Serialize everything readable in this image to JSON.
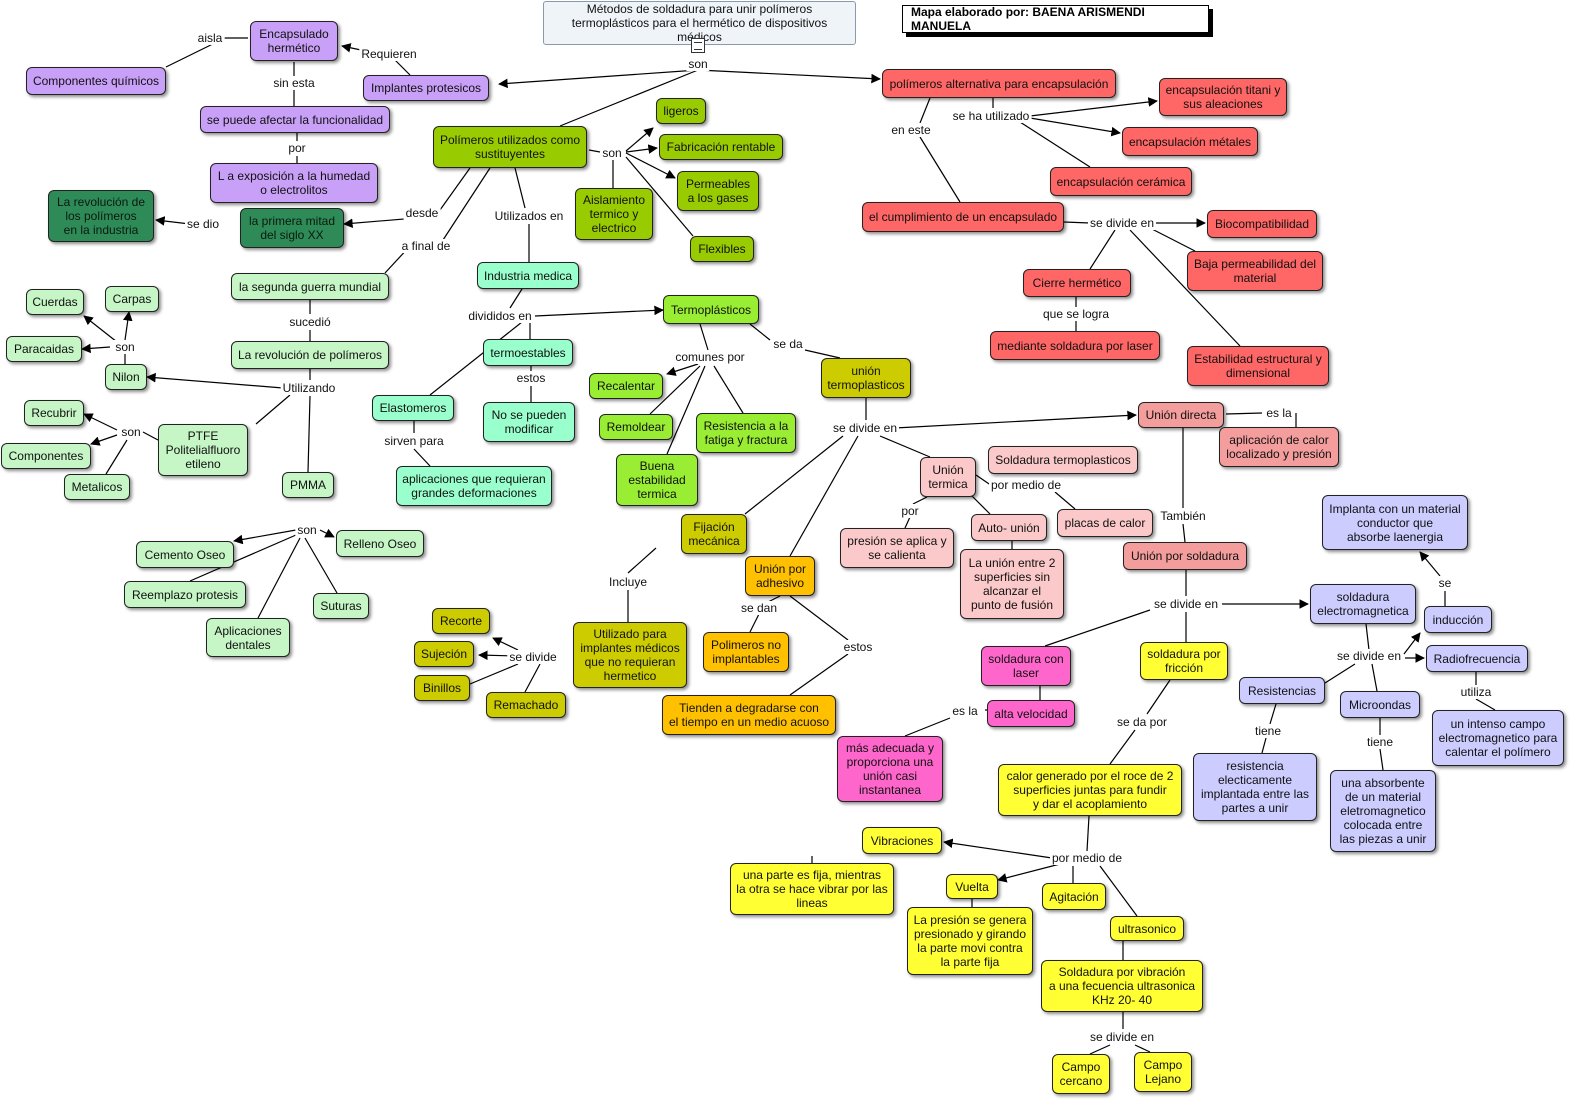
{
  "title": "Métodos de soldadura para unir polímeros\ntermoplásticos para el hermético de dispositivos médicos",
  "author": "Mapa elaborado por: BAENA ARISMENDI MANUELA",
  "nodes": [
    {
      "id": "encaps",
      "text": "Encapsulado\nhermético",
      "color": "#c9a0f7"
    },
    {
      "id": "compq",
      "text": "Componentes químicos",
      "color": "#c9a0f7"
    },
    {
      "id": "implp",
      "text": "Implantes protesicos",
      "color": "#c9a0f7"
    },
    {
      "id": "afecta",
      "text": "se puede afectar la funcionalidad",
      "color": "#c9a0f7"
    },
    {
      "id": "exposic",
      "text": "L a exposición a la humedad\no electrolitos",
      "color": "#c9a0f7"
    },
    {
      "id": "polsust",
      "text": "Polímeros utilizados como\nsustituyentes",
      "color": "#99cc00"
    },
    {
      "id": "ligeros",
      "text": "ligeros",
      "color": "#99cc00"
    },
    {
      "id": "fabr",
      "text": "Fabricación rentable",
      "color": "#99cc00"
    },
    {
      "id": "perm",
      "text": "Permeables\na los gases",
      "color": "#99cc00"
    },
    {
      "id": "aisl",
      "text": "Aislamiento\ntermico y\nelectrico",
      "color": "#99cc00"
    },
    {
      "id": "flex",
      "text": "Flexibles",
      "color": "#99cc00"
    },
    {
      "id": "revind",
      "text": "La revolución de\nlos polímeros\nen la industria",
      "color": "#2e8b57"
    },
    {
      "id": "primera",
      "text": "la primera mitad\ndel siglo XX",
      "color": "#2e8b57"
    },
    {
      "id": "segunda",
      "text": "la segunda guerra mundial",
      "color": "#c6f5c6"
    },
    {
      "id": "revpol",
      "text": "La revolución de polímeros",
      "color": "#c6f5c6"
    },
    {
      "id": "cuerdas",
      "text": "Cuerdas",
      "color": "#c6f5c6"
    },
    {
      "id": "carpas",
      "text": "Carpas",
      "color": "#c6f5c6"
    },
    {
      "id": "paracaidas",
      "text": "Paracaidas",
      "color": "#c6f5c6"
    },
    {
      "id": "nilon",
      "text": "Nilon",
      "color": "#c6f5c6"
    },
    {
      "id": "recubrir",
      "text": "Recubrir",
      "color": "#c6f5c6"
    },
    {
      "id": "componentes",
      "text": "Componentes",
      "color": "#c6f5c6"
    },
    {
      "id": "metalicos",
      "text": "Metalicos",
      "color": "#c6f5c6"
    },
    {
      "id": "ptfe",
      "text": "PTFE\nPolitelialfluoro\netileno",
      "color": "#c6f5c6"
    },
    {
      "id": "pmma",
      "text": "PMMA",
      "color": "#c6f5c6"
    },
    {
      "id": "cemento",
      "text": "Cemento Oseo",
      "color": "#c6f5c6"
    },
    {
      "id": "relleno",
      "text": "Relleno Oseo",
      "color": "#c6f5c6"
    },
    {
      "id": "reemplazo",
      "text": "Reemplazo protesis",
      "color": "#c6f5c6"
    },
    {
      "id": "suturas",
      "text": "Suturas",
      "color": "#c6f5c6"
    },
    {
      "id": "aplicdent",
      "text": "Aplicaciones\ndentales",
      "color": "#c6f5c6"
    },
    {
      "id": "indmed",
      "text": "Industria medica",
      "color": "#99ffcc"
    },
    {
      "id": "termoest",
      "text": "termoestables",
      "color": "#99ffcc"
    },
    {
      "id": "nomod",
      "text": "No se pueden\nmodificar",
      "color": "#99ffcc"
    },
    {
      "id": "elast",
      "text": "Elastomeros",
      "color": "#99ffcc"
    },
    {
      "id": "aplicgr",
      "text": "aplicaciones que requieran\ngrandes deformaciones",
      "color": "#99ffcc"
    },
    {
      "id": "termopl",
      "text": "Termoplásticos",
      "color": "#99ee33"
    },
    {
      "id": "recalentar",
      "text": "Recalentar",
      "color": "#99ee33"
    },
    {
      "id": "remoldear",
      "text": "Remoldear",
      "color": "#99ee33"
    },
    {
      "id": "buena",
      "text": "Buena\nestabilidad\ntermica",
      "color": "#99ee33"
    },
    {
      "id": "resist",
      "text": "Resistencia a la\nfatiga y fractura",
      "color": "#99ee33"
    },
    {
      "id": "uniontp",
      "text": "unión\ntermoplasticos",
      "color": "#cccc00"
    },
    {
      "id": "fijacion",
      "text": "Fijación\nmecánica",
      "color": "#cccc00"
    },
    {
      "id": "utilizimp",
      "text": "Utilizado para\nimplantes médicos\nque no requieran\nhermetico",
      "color": "#cccc00"
    },
    {
      "id": "recorte",
      "text": "Recorte",
      "color": "#cccc00"
    },
    {
      "id": "sujecion",
      "text": "Sujeción",
      "color": "#cccc00"
    },
    {
      "id": "binillos",
      "text": "Binillos",
      "color": "#cccc00"
    },
    {
      "id": "remachado",
      "text": "Remachado",
      "color": "#cccc00"
    },
    {
      "id": "unionadh",
      "text": "Unión por\nadhesivo",
      "color": "#ffc000"
    },
    {
      "id": "polnoimp",
      "text": "Polimeros no\nimplantables",
      "color": "#ffc000"
    },
    {
      "id": "tienden",
      "text": "Tienden a degradarse con\nel tiempo en un medio acuoso",
      "color": "#ffc000"
    },
    {
      "id": "polalt",
      "text": "polímeros alternativa para encapsulación",
      "color": "#ff6666"
    },
    {
      "id": "titani",
      "text": "encapsulación titani y\nsus aleaciones",
      "color": "#ff6666"
    },
    {
      "id": "metales",
      "text": "encapsulación métales",
      "color": "#ff6666"
    },
    {
      "id": "ceramica",
      "text": "encapsulación cerámica",
      "color": "#ff6666"
    },
    {
      "id": "cumpl",
      "text": "el cumplimiento de un encapsulado",
      "color": "#ff6666"
    },
    {
      "id": "biocomp",
      "text": "Biocompatibilidad",
      "color": "#ff6666"
    },
    {
      "id": "bajaperm",
      "text": "Baja permeabilidad del\nmaterial",
      "color": "#ff6666"
    },
    {
      "id": "cierre",
      "text": "Cierre hermético",
      "color": "#ff6666"
    },
    {
      "id": "medlaser",
      "text": "mediante soldadura por laser",
      "color": "#ff6666"
    },
    {
      "id": "estab",
      "text": "Estabilidad estructural y\ndimensional",
      "color": "#ff6666"
    },
    {
      "id": "uniondir",
      "text": "Unión directa",
      "color": "#f49d9d"
    },
    {
      "id": "aplcalor",
      "text": "aplicación de calor\nlocalizado y presión",
      "color": "#f49d9d"
    },
    {
      "id": "uniontermica",
      "text": "Unión\ntermica",
      "color": "#fbc9c9"
    },
    {
      "id": "soldtermo",
      "text": "Soldadura termoplasticos",
      "color": "#fbc9c9"
    },
    {
      "id": "placas",
      "text": "placas de calor",
      "color": "#fbc9c9"
    },
    {
      "id": "presion",
      "text": "presión se aplica y\nse calienta",
      "color": "#fbc9c9"
    },
    {
      "id": "autounion",
      "text": "Auto- unión",
      "color": "#fbc9c9"
    },
    {
      "id": "unionentre",
      "text": "La unión entre 2\nsuperficies sin\nalcanzar el\npunto de fusión",
      "color": "#fbc9c9"
    },
    {
      "id": "unionsold",
      "text": "Unión por soldadura",
      "color": "#f49d9d"
    },
    {
      "id": "soldlaser",
      "text": "soldadura con\nlaser",
      "color": "#ff66cc"
    },
    {
      "id": "altavel",
      "text": "alta velocidad",
      "color": "#ff66cc"
    },
    {
      "id": "masadec",
      "text": "más adecuada y\nproporciona una\nunión casi\ninstantanea",
      "color": "#ff66cc"
    },
    {
      "id": "soldfric",
      "text": "soldadura por\nfricción",
      "color": "#ffff33"
    },
    {
      "id": "calorgen",
      "text": "calor generado por el roce de 2\nsuperficies juntas para fundir\ny dar el acoplamiento",
      "color": "#ffff33"
    },
    {
      "id": "vibr",
      "text": "Vibraciones",
      "color": "#ffff33"
    },
    {
      "id": "unaparte",
      "text": "una parte es fija, mientras\nla otra se hace vibrar por las\nlineas",
      "color": "#ffff33"
    },
    {
      "id": "vuelta",
      "text": "Vuelta",
      "color": "#ffff33"
    },
    {
      "id": "presiongen",
      "text": "La presión se genera\npresionado y girando\nla parte movi contra\nla parte fija",
      "color": "#ffff33"
    },
    {
      "id": "agitacion",
      "text": "Agitación",
      "color": "#ffff33"
    },
    {
      "id": "ultrasonico",
      "text": "ultrasonico",
      "color": "#ffff33"
    },
    {
      "id": "soldvib",
      "text": "Soldadura por vibración\na una fecuencia ultrasonica\nKHz 20- 40",
      "color": "#ffff33"
    },
    {
      "id": "cercano",
      "text": "Campo\ncercano",
      "color": "#ffff33"
    },
    {
      "id": "lejano",
      "text": "Campo\nLejano",
      "color": "#ffff33"
    },
    {
      "id": "soldelec",
      "text": "soldadura\nelectromagnetica",
      "color": "#ccccff"
    },
    {
      "id": "implanta",
      "text": "Implanta con un material\nconductor que\nabsorbe laenergia",
      "color": "#ccccff"
    },
    {
      "id": "induccion",
      "text": "inducción",
      "color": "#ccccff"
    },
    {
      "id": "radiofrec",
      "text": "Radiofrecuencia",
      "color": "#ccccff"
    },
    {
      "id": "intenso",
      "text": "un intenso campo\nelectromagnetico para\ncalentar el polímero",
      "color": "#ccccff"
    },
    {
      "id": "resistencias",
      "text": "Resistencias",
      "color": "#ccccff"
    },
    {
      "id": "resistelec",
      "text": "resistencia\nelecticamente\nimplantada entre las\npartes a unir",
      "color": "#ccccff"
    },
    {
      "id": "microondas",
      "text": "Microondas",
      "color": "#ccccff"
    },
    {
      "id": "absorbente",
      "text": "una absorbente\nde un material\neletromagnetico\ncolocada entre\nlas piezas a unir",
      "color": "#ccccff"
    }
  ],
  "labels": [
    {
      "id": "l_aisla",
      "text": "aisla"
    },
    {
      "id": "l_requieren",
      "text": "Requieren"
    },
    {
      "id": "l_sinesta",
      "text": "sin esta"
    },
    {
      "id": "l_por1",
      "text": "por"
    },
    {
      "id": "l_son_main",
      "text": "son"
    },
    {
      "id": "l_son_pol",
      "text": "son"
    },
    {
      "id": "l_desde",
      "text": "desde"
    },
    {
      "id": "l_sedio",
      "text": "se dio"
    },
    {
      "id": "l_afinal",
      "text": "a final de"
    },
    {
      "id": "l_utilen",
      "text": "Utilizados en"
    },
    {
      "id": "l_sucedio",
      "text": "sucedió"
    },
    {
      "id": "l_utilizando",
      "text": "Utilizando"
    },
    {
      "id": "l_son_nilon",
      "text": "son"
    },
    {
      "id": "l_son_ptfe",
      "text": "son"
    },
    {
      "id": "l_son_pmma",
      "text": "son"
    },
    {
      "id": "l_divid",
      "text": "divididos en"
    },
    {
      "id": "l_estos1",
      "text": "estos"
    },
    {
      "id": "l_sirven",
      "text": "sirven para"
    },
    {
      "id": "l_comunes",
      "text": "comunes por"
    },
    {
      "id": "l_seda",
      "text": "se da"
    },
    {
      "id": "l_sedivide_u",
      "text": "se divide en"
    },
    {
      "id": "l_incluye",
      "text": "Incluye"
    },
    {
      "id": "l_sedivide_f",
      "text": "se divide"
    },
    {
      "id": "l_sedan",
      "text": "se dan"
    },
    {
      "id": "l_estos2",
      "text": "estos"
    },
    {
      "id": "l_eneste",
      "text": "en este"
    },
    {
      "id": "l_seha",
      "text": "se ha utilizado"
    },
    {
      "id": "l_sedivide_c",
      "text": "se divide en"
    },
    {
      "id": "l_quesel",
      "text": "que se logra"
    },
    {
      "id": "l_esla1",
      "text": "es la"
    },
    {
      "id": "l_pormedio1",
      "text": "por medio de"
    },
    {
      "id": "l_por2",
      "text": "por"
    },
    {
      "id": "l_tambien",
      "text": "También"
    },
    {
      "id": "l_sedivide_s",
      "text": "se divide en"
    },
    {
      "id": "l_esla2",
      "text": "es la"
    },
    {
      "id": "l_sedapor",
      "text": "se da por"
    },
    {
      "id": "l_pormedio2",
      "text": "por medio de"
    },
    {
      "id": "l_sedivide_v",
      "text": "se divide en"
    },
    {
      "id": "l_sedivide_e",
      "text": "se divide en"
    },
    {
      "id": "l_se",
      "text": "se"
    },
    {
      "id": "l_utiliza",
      "text": "utiliza"
    },
    {
      "id": "l_tiene1",
      "text": "tiene"
    },
    {
      "id": "l_tiene2",
      "text": "tiene"
    }
  ],
  "colors": {
    "edge": "#000000",
    "title_bg": "#eef4f8"
  },
  "icons": {
    "title_icon": "document-icon"
  }
}
